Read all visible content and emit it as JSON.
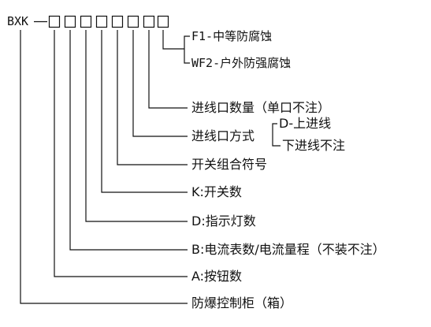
{
  "model": {
    "prefix": "BXK",
    "dash": "—",
    "box_count": 8
  },
  "labels": {
    "f1": "F1-中等防腐蚀",
    "wf2": "WF2-户外防强腐蚀",
    "inlet_count": "进线口数量（单口不注）",
    "inlet_method": "进线口方式",
    "top_inlet": "D-上进线",
    "bottom_inlet": "下进线不注",
    "switch_combo": "开关组合符号",
    "k": "K:开关数",
    "d": "D:指示灯数",
    "b": "B:电流表数/电流量程（不装不注）",
    "a": "A:按钮数",
    "cabinet": "防爆控制柜（箱）"
  },
  "colors": {
    "line": "#111111",
    "text": "#111111"
  }
}
